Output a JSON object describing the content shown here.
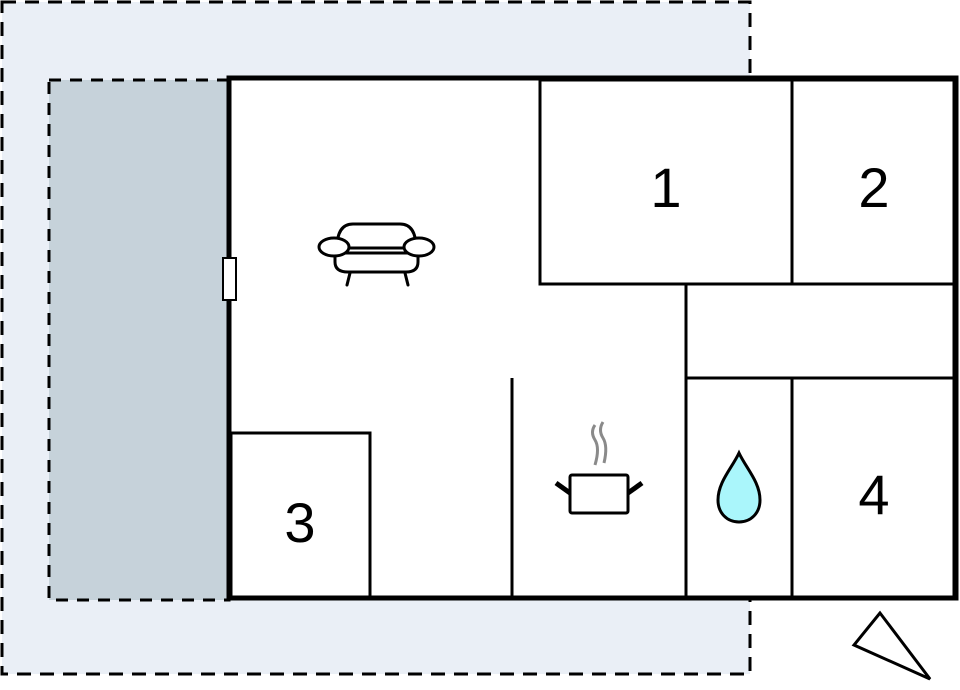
{
  "floorplan": {
    "colors": {
      "plot": "#eaeff6",
      "terrace": "#c6d2da",
      "wall": "#000000",
      "interior": "#ffffff",
      "water": "#aaf6fb",
      "steam": "#8a8a8a"
    },
    "rooms": [
      {
        "id": "bedroom-1",
        "label": "1"
      },
      {
        "id": "bedroom-2",
        "label": "2"
      },
      {
        "id": "bedroom-3",
        "label": "3"
      },
      {
        "id": "bedroom-4",
        "label": "4"
      }
    ],
    "icons": [
      {
        "name": "sofa-icon",
        "meaning": "living room"
      },
      {
        "name": "cooking-pot-icon",
        "meaning": "kitchen"
      },
      {
        "name": "water-drop-icon",
        "meaning": "bathroom"
      },
      {
        "name": "north-arrow-icon",
        "meaning": "orientation"
      }
    ]
  }
}
